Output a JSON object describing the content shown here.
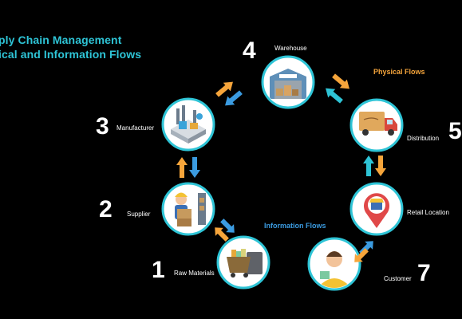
{
  "title": {
    "line1": "ply Chain Management",
    "line2": "ical and Information Flows"
  },
  "flows": {
    "physical": "Physical Flows",
    "information": "Information Flows"
  },
  "colors": {
    "background": "#000000",
    "title": "#2ec4d6",
    "ring": "#2ec4d6",
    "physical_arrow": "#f6a53b",
    "information_arrow": "#3b9be0"
  },
  "nodes": [
    {
      "number": "1",
      "label": "Raw Materials",
      "icon": "cart-icon"
    },
    {
      "number": "2",
      "label": "Supplier",
      "icon": "worker-boxes-icon"
    },
    {
      "number": "3",
      "label": "Manufacturer",
      "icon": "factory-icon"
    },
    {
      "number": "4",
      "label": "Warehouse",
      "icon": "warehouse-icon"
    },
    {
      "number": "5",
      "label": "Distribution",
      "icon": "truck-icon"
    },
    {
      "number": "",
      "label": "Retail Location",
      "icon": "store-pin-icon"
    },
    {
      "number": "7",
      "label": "Customer",
      "icon": "customer-icon"
    }
  ]
}
